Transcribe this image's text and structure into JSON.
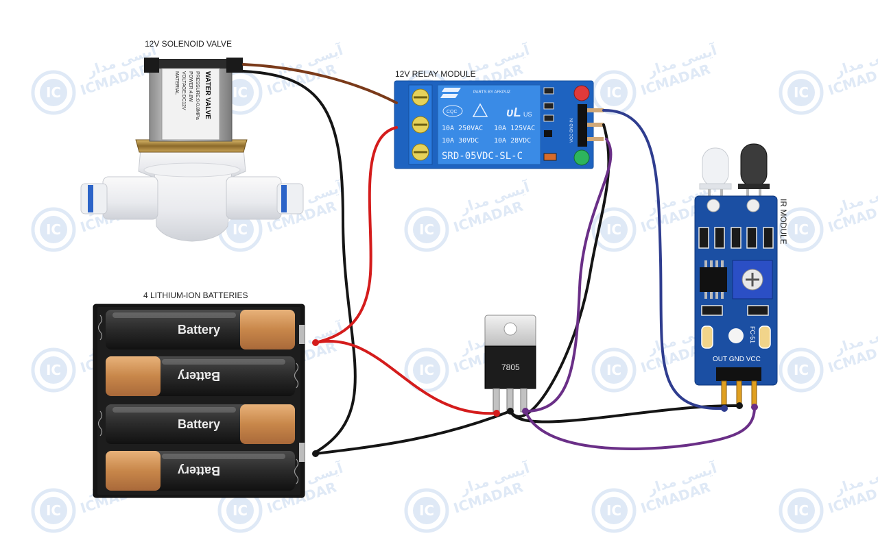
{
  "watermark": {
    "brand": "ICMADAR",
    "brand_fa": "آیسی مدار",
    "logo": "IC",
    "logo_sub": "MADAR"
  },
  "labels": {
    "valve": "12V SOLENOID VALVE",
    "relay": "12V RELAY MODULE",
    "batteries": "4 LITHIUM-ION BATTERIES",
    "ir": "IR MODULE"
  },
  "valve": {
    "face_line1": "WATER VALVE",
    "face_lines": [
      "PRESSURE:0-0.8MPa",
      "POWER:4.8W",
      "VOLTAGE:DC12V",
      "MATERIAL"
    ]
  },
  "relay": {
    "brand": "PARTS BY AFKPUZ",
    "cqc": "CQC",
    "ul": "US",
    "ratings": [
      "10A 250VAC",
      "10A 125VAC",
      "10A 30VDC",
      "10A 28VDC"
    ],
    "model": "SRD-05VDC-SL-C",
    "pins": "VCC GND IN"
  },
  "batteries": {
    "label": "Battery",
    "count": 4
  },
  "regulator": {
    "part": "7805"
  },
  "ir": {
    "pins": "OUT GND VCC",
    "model": "FC-51"
  },
  "colors": {
    "wire_red": "#d41c1c",
    "wire_black": "#151515",
    "wire_brown": "#7a3a1a",
    "wire_purple": "#6a2f87",
    "wire_blue": "#2f3d8f",
    "relay_board": "#1e63c0",
    "ir_board": "#1b4fa3",
    "watermark": "#c5d7ee"
  }
}
